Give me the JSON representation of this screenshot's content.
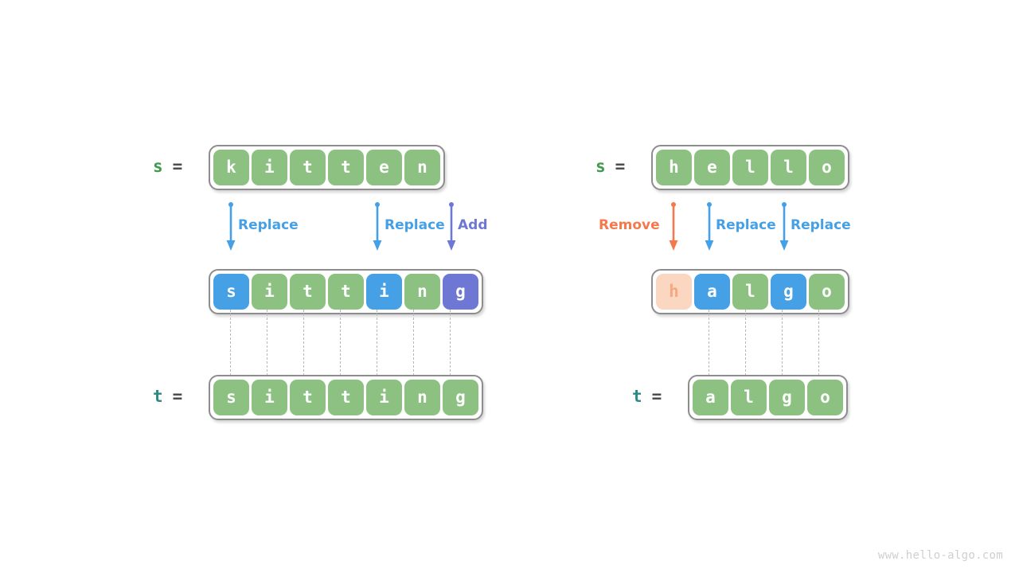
{
  "watermark": "www.hello-algo.com",
  "colors": {
    "green": "#8cc182",
    "blue": "#45a0e6",
    "purple": "#6e78d4",
    "peach_bg": "#fbd6c0",
    "peach_fg": "#f5a983",
    "orange": "#f4794d",
    "label_s": "#3f9b4e",
    "label_t": "#2b8b84",
    "box_border": "#8d8d8d",
    "dash": "#b9b9b9"
  },
  "examples": [
    {
      "id": "kitten-sitting",
      "source": {
        "name": "s",
        "equals": "=",
        "cells": [
          {
            "char": "k",
            "color": "green"
          },
          {
            "char": "i",
            "color": "green"
          },
          {
            "char": "t",
            "color": "green"
          },
          {
            "char": "t",
            "color": "green"
          },
          {
            "char": "e",
            "color": "green"
          },
          {
            "char": "n",
            "color": "green"
          }
        ]
      },
      "intermediate": {
        "cells": [
          {
            "char": "s",
            "color": "blue"
          },
          {
            "char": "i",
            "color": "green"
          },
          {
            "char": "t",
            "color": "green"
          },
          {
            "char": "t",
            "color": "green"
          },
          {
            "char": "i",
            "color": "blue"
          },
          {
            "char": "n",
            "color": "green"
          },
          {
            "char": "g",
            "color": "purple"
          }
        ]
      },
      "target": {
        "name": "t",
        "equals": "=",
        "cells": [
          {
            "char": "s",
            "color": "green"
          },
          {
            "char": "i",
            "color": "green"
          },
          {
            "char": "t",
            "color": "green"
          },
          {
            "char": "t",
            "color": "green"
          },
          {
            "char": "i",
            "color": "green"
          },
          {
            "char": "n",
            "color": "green"
          },
          {
            "char": "g",
            "color": "green"
          }
        ]
      },
      "operations": [
        {
          "label": "Replace",
          "color": "blue",
          "cell_index": 0
        },
        {
          "label": "Replace",
          "color": "blue",
          "cell_index": 4
        },
        {
          "label": "Add",
          "color": "purple",
          "cell_index": 6
        }
      ]
    },
    {
      "id": "hello-algo",
      "source": {
        "name": "s",
        "equals": "=",
        "cells": [
          {
            "char": "h",
            "color": "green"
          },
          {
            "char": "e",
            "color": "green"
          },
          {
            "char": "l",
            "color": "green"
          },
          {
            "char": "l",
            "color": "green"
          },
          {
            "char": "o",
            "color": "green"
          }
        ]
      },
      "intermediate": {
        "cells": [
          {
            "char": "h",
            "color": "peach"
          },
          {
            "char": "a",
            "color": "blue"
          },
          {
            "char": "l",
            "color": "green"
          },
          {
            "char": "g",
            "color": "blue"
          },
          {
            "char": "o",
            "color": "green"
          }
        ]
      },
      "target": {
        "name": "t",
        "equals": "=",
        "cells": [
          {
            "char": "a",
            "color": "green"
          },
          {
            "char": "l",
            "color": "green"
          },
          {
            "char": "g",
            "color": "green"
          },
          {
            "char": "o",
            "color": "green"
          }
        ]
      },
      "operations": [
        {
          "label": "Remove",
          "color": "orange",
          "cell_index": 0
        },
        {
          "label": "Replace",
          "color": "blue",
          "cell_index": 1
        },
        {
          "label": "Replace",
          "color": "blue",
          "cell_index": 3
        }
      ]
    }
  ]
}
